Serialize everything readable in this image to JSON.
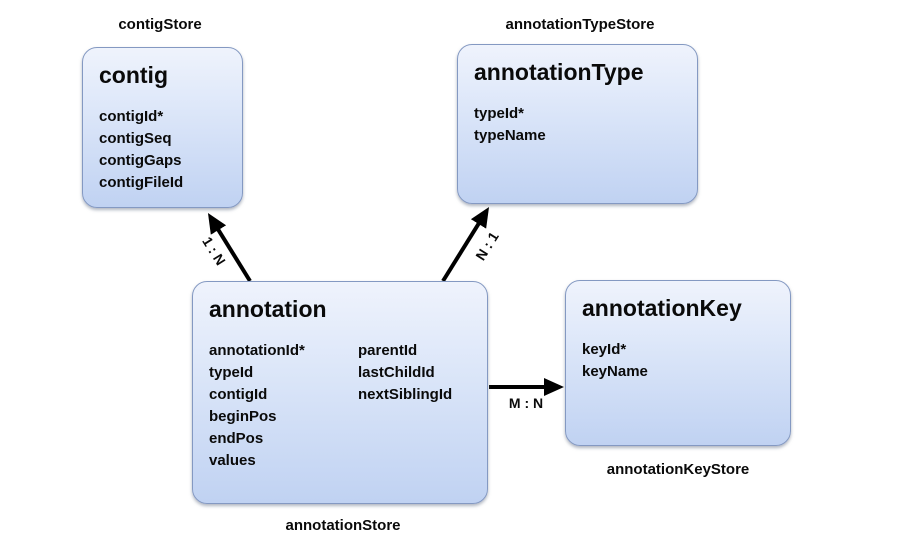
{
  "diagram": {
    "colors": {
      "background": "#ffffff",
      "box_gradient_top": "#eff3fc",
      "box_gradient_bottom": "#c0d2f2",
      "box_border": "#8499c2",
      "arrow": "#000000",
      "text": "#0a0a0a"
    },
    "entities": [
      {
        "id": "contig",
        "title": "contig",
        "store_label": "contigStore",
        "fields": [
          "contigId*",
          "contigSeq",
          "contigGaps",
          "contigFileId"
        ]
      },
      {
        "id": "annotationType",
        "title": "annotationType",
        "store_label": "annotationTypeStore",
        "fields": [
          "typeId*",
          "typeName"
        ]
      },
      {
        "id": "annotation",
        "title": "annotation",
        "store_label": "annotationStore",
        "fields_left": [
          "annotationId*",
          "typeId",
          "contigId",
          "beginPos",
          "endPos",
          "values"
        ],
        "fields_right": [
          "parentId",
          "lastChildId",
          "nextSiblingId"
        ]
      },
      {
        "id": "annotationKey",
        "title": "annotationKey",
        "store_label": "annotationKeyStore",
        "fields": [
          "keyId*",
          "keyName"
        ]
      }
    ],
    "relationships": [
      {
        "from": "annotation",
        "to": "contig",
        "label": "1 : N"
      },
      {
        "from": "annotation",
        "to": "annotationType",
        "label": "N : 1"
      },
      {
        "from": "annotation",
        "to": "annotationKey",
        "label": "M : N"
      }
    ]
  }
}
